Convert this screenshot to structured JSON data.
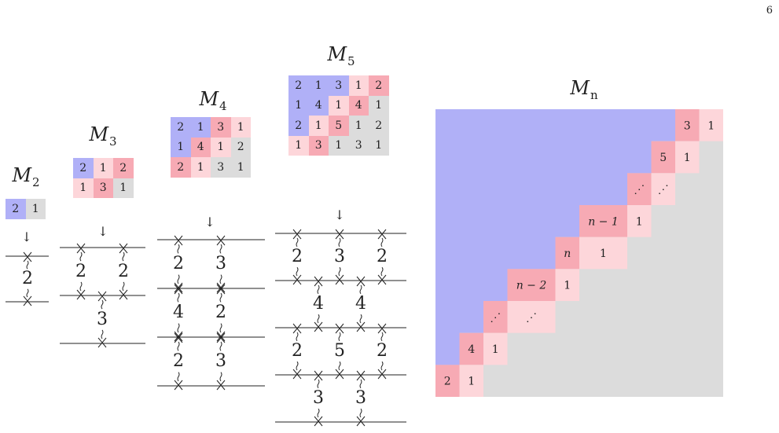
{
  "page_number": "6",
  "colors": {
    "blue": "#b0b0f7",
    "red": "#f7aab4",
    "pink": "#fdd6da",
    "gray": "#dcdcdc",
    "ink": "#222222"
  },
  "arrow_glyph": "↓",
  "matrices": [
    {
      "title_base": "M",
      "title_sub": "2",
      "grid": {
        "cols": 2,
        "rows": [
          [
            {
              "v": "2",
              "c": "blue"
            },
            {
              "v": "1",
              "c": "gray"
            }
          ]
        ]
      },
      "diagram": {
        "lines": [
          {
            "cuts": [
              {
                "label": "2"
              }
            ]
          },
          {
            "cuts": []
          }
        ]
      }
    },
    {
      "title_base": "M",
      "title_sub": "3",
      "grid": {
        "cols": 3,
        "rows": [
          [
            {
              "v": "2",
              "c": "blue"
            },
            {
              "v": "1",
              "c": "pink"
            },
            {
              "v": "2",
              "c": "red"
            }
          ],
          [
            {
              "v": "1",
              "c": "pink"
            },
            {
              "v": "3",
              "c": "red"
            },
            {
              "v": "1",
              "c": "gray"
            }
          ]
        ]
      },
      "diagram": {
        "lines": [
          {
            "cuts": [
              {
                "label": "2"
              },
              {
                "label": "2"
              }
            ]
          },
          {
            "cuts": [
              {
                "label": "3"
              }
            ]
          },
          {
            "cuts": []
          }
        ]
      }
    },
    {
      "title_base": "M",
      "title_sub": "4",
      "grid": {
        "cols": 4,
        "rows": [
          [
            {
              "v": "2",
              "c": "blue"
            },
            {
              "v": "1",
              "c": "blue"
            },
            {
              "v": "3",
              "c": "red"
            },
            {
              "v": "1",
              "c": "pink"
            }
          ],
          [
            {
              "v": "1",
              "c": "blue"
            },
            {
              "v": "4",
              "c": "red"
            },
            {
              "v": "1",
              "c": "pink"
            },
            {
              "v": "2",
              "c": "gray"
            }
          ],
          [
            {
              "v": "2",
              "c": "red"
            },
            {
              "v": "1",
              "c": "pink"
            },
            {
              "v": "3",
              "c": "gray"
            },
            {
              "v": "1",
              "c": "gray"
            }
          ]
        ]
      },
      "diagram": {
        "lines": [
          {
            "cuts": [
              {
                "label": "2"
              },
              {
                "label": "3"
              }
            ]
          },
          {
            "cuts": [
              {
                "label": "4"
              },
              {
                "label": "2"
              }
            ]
          },
          {
            "cuts": [
              {
                "label": "2"
              },
              {
                "label": "3"
              }
            ]
          },
          {
            "cuts": []
          }
        ]
      }
    },
    {
      "title_base": "M",
      "title_sub": "5",
      "grid": {
        "cols": 5,
        "rows": [
          [
            {
              "v": "2",
              "c": "blue"
            },
            {
              "v": "1",
              "c": "blue"
            },
            {
              "v": "3",
              "c": "blue"
            },
            {
              "v": "1",
              "c": "pink"
            },
            {
              "v": "2",
              "c": "red"
            }
          ],
          [
            {
              "v": "1",
              "c": "blue"
            },
            {
              "v": "4",
              "c": "blue"
            },
            {
              "v": "1",
              "c": "pink"
            },
            {
              "v": "4",
              "c": "red"
            },
            {
              "v": "1",
              "c": "gray"
            }
          ],
          [
            {
              "v": "2",
              "c": "blue"
            },
            {
              "v": "1",
              "c": "pink"
            },
            {
              "v": "5",
              "c": "red"
            },
            {
              "v": "1",
              "c": "gray"
            },
            {
              "v": "2",
              "c": "gray"
            }
          ],
          [
            {
              "v": "1",
              "c": "pink"
            },
            {
              "v": "3",
              "c": "red"
            },
            {
              "v": "1",
              "c": "gray"
            },
            {
              "v": "3",
              "c": "gray"
            },
            {
              "v": "1",
              "c": "gray"
            }
          ]
        ]
      },
      "diagram": {
        "lines": [
          {
            "cuts": [
              {
                "label": "2"
              },
              {
                "label": "3"
              },
              {
                "label": "2"
              }
            ]
          },
          {
            "cuts": [
              {
                "label": "4"
              },
              {
                "label": "4"
              }
            ]
          },
          {
            "cuts": [
              {
                "label": "2"
              },
              {
                "label": "5"
              },
              {
                "label": "2"
              }
            ]
          },
          {
            "cuts": [
              {
                "label": "3"
              },
              {
                "label": "3"
              }
            ]
          },
          {
            "cuts": []
          }
        ]
      }
    }
  ],
  "mn": {
    "title_base": "M",
    "title_sub": "n",
    "cells": [
      {
        "row": 0,
        "col": 10,
        "v": "3",
        "c": "red"
      },
      {
        "row": 0,
        "col": 11,
        "v": "1",
        "c": "pink"
      },
      {
        "row": 1,
        "col": 9,
        "v": "5",
        "c": "red"
      },
      {
        "row": 1,
        "col": 10,
        "v": "1",
        "c": "pink"
      },
      {
        "row": 2,
        "col": 8,
        "v": "⋰",
        "c": "red"
      },
      {
        "row": 2,
        "col": 9,
        "v": "⋰",
        "c": "pink"
      },
      {
        "row": 3,
        "col": 6,
        "v": "n − 1",
        "c": "red",
        "span": 2
      },
      {
        "row": 3,
        "col": 8,
        "v": "1",
        "c": "pink"
      },
      {
        "row": 4,
        "col": 5,
        "v": "n",
        "c": "red"
      },
      {
        "row": 4,
        "col": 6,
        "v": "1",
        "c": "pink",
        "span": 2
      },
      {
        "row": 5,
        "col": 3,
        "v": "n − 2",
        "c": "red",
        "span": 2
      },
      {
        "row": 5,
        "col": 5,
        "v": "1",
        "c": "pink"
      },
      {
        "row": 6,
        "col": 2,
        "v": "⋰",
        "c": "red"
      },
      {
        "row": 6,
        "col": 3,
        "v": "⋰",
        "c": "pink",
        "span": 2
      },
      {
        "row": 7,
        "col": 1,
        "v": "4",
        "c": "red"
      },
      {
        "row": 7,
        "col": 2,
        "v": "1",
        "c": "pink"
      },
      {
        "row": 8,
        "col": 0,
        "v": "2",
        "c": "red"
      },
      {
        "row": 8,
        "col": 1,
        "v": "1",
        "c": "pink"
      }
    ]
  }
}
